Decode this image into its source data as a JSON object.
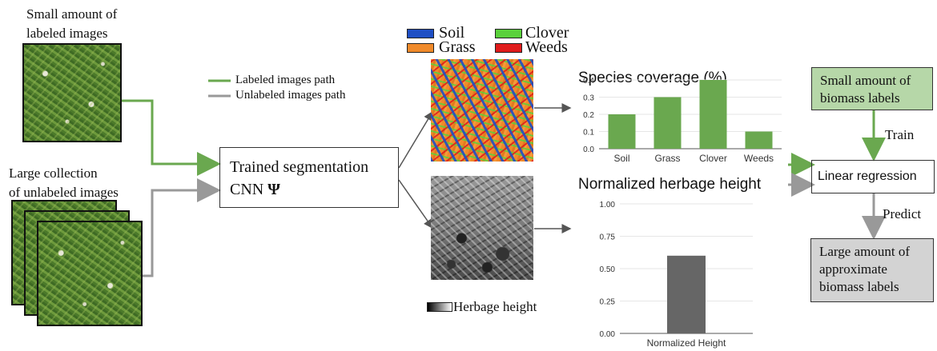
{
  "inputs": {
    "labeled_label": [
      "Small amount of",
      "labeled images"
    ],
    "unlabeled_label": [
      "Large collection",
      "of unlabeled images"
    ]
  },
  "legend_paths": {
    "labeled": "Labeled images path",
    "unlabeled": "Unlabeled images path"
  },
  "cnn_box": {
    "line1": "Trained segmentation",
    "line2": "CNN",
    "symbol": "Ψ"
  },
  "seg_legend": {
    "items": [
      {
        "label": "Soil",
        "color": "#1f4fc4"
      },
      {
        "label": "Clover",
        "color": "#5ad13c"
      },
      {
        "label": "Grass",
        "color": "#f08a2a"
      },
      {
        "label": "Weeds",
        "color": "#e01b1b"
      }
    ]
  },
  "height_legend": "Herbage height",
  "colors": {
    "labeled_path": "#6aa84f",
    "unlabeled_path": "#999999",
    "bar_green": "#6aa84f",
    "bar_gray": "#666666",
    "box_green": "#b6d7a8",
    "box_gray": "#d3d3d3"
  },
  "chart_data": [
    {
      "type": "bar",
      "title": "Species coverage (%)",
      "categories": [
        "Soil",
        "Grass",
        "Clover",
        "Weeds"
      ],
      "values": [
        0.2,
        0.3,
        0.4,
        0.1
      ],
      "ylim": [
        0,
        0.4
      ],
      "yticks": [
        "0.0",
        "0.1",
        "0.2",
        "0.3",
        "0.4"
      ],
      "grid": true
    },
    {
      "type": "bar",
      "title": "Normalized herbage height",
      "categories": [
        "Normalized Height"
      ],
      "values": [
        0.6
      ],
      "ylim": [
        0,
        1
      ],
      "yticks": [
        "0.00",
        "0.25",
        "0.50",
        "0.75",
        "1.00"
      ],
      "grid": true
    }
  ],
  "regression": {
    "top_box": [
      "Small amount of",
      "biomass labels"
    ],
    "train": "Train",
    "middle_box": "Linear regression",
    "predict": "Predict",
    "bottom_box": [
      "Large amount of",
      "approximate",
      "biomass labels"
    ]
  }
}
